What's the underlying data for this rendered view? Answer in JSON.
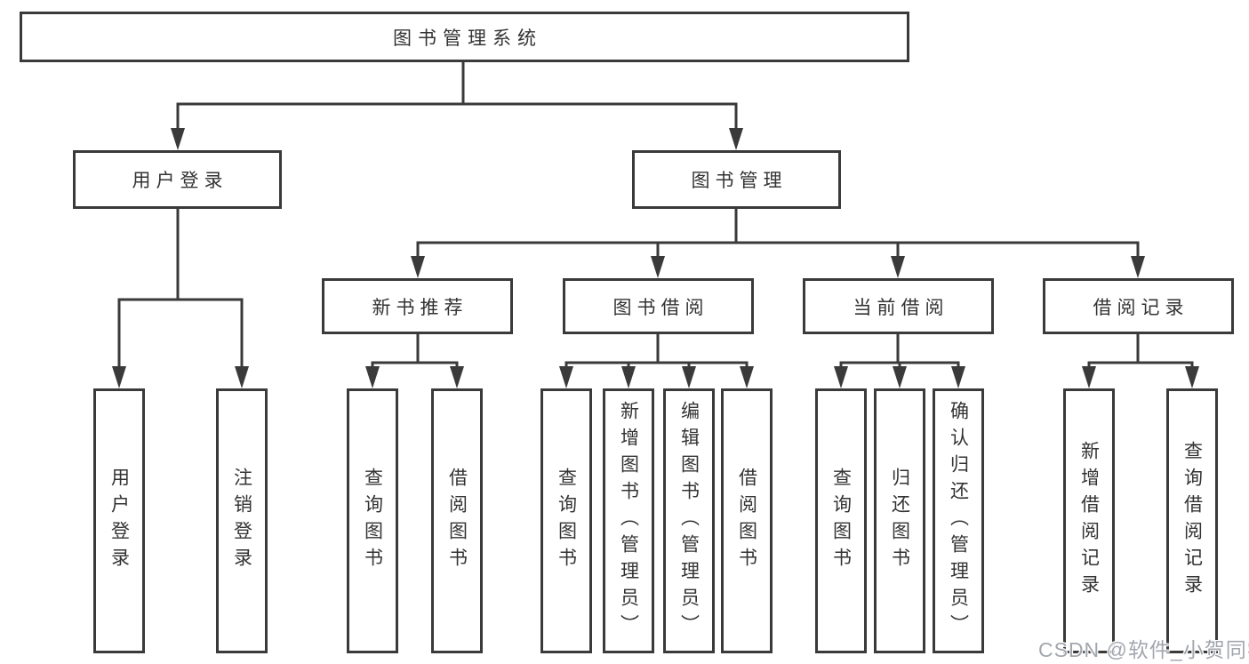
{
  "diagram": {
    "root": {
      "label": "图书管理系统"
    },
    "level2": [
      {
        "id": "user-login",
        "label": "用户登录"
      },
      {
        "id": "book-management",
        "label": "图书管理"
      }
    ],
    "level3": [
      {
        "id": "new-book-recommendation",
        "parent": "图书管理",
        "label": "新书推荐"
      },
      {
        "id": "book-borrowing",
        "parent": "图书管理",
        "label": "图书借阅"
      },
      {
        "id": "current-borrowing",
        "parent": "图书管理",
        "label": "当前借阅"
      },
      {
        "id": "borrowing-records",
        "parent": "图书管理",
        "label": "借阅记录"
      }
    ],
    "leaves": [
      {
        "parent": "用户登录",
        "label": "用户登录"
      },
      {
        "parent": "用户登录",
        "label": "注销登录"
      },
      {
        "parent": "新书推荐",
        "label": "查询图书"
      },
      {
        "parent": "新书推荐",
        "label": "借阅图书"
      },
      {
        "parent": "图书借阅",
        "label": "查询图书"
      },
      {
        "parent": "图书借阅",
        "label": "新增图书（管理员）"
      },
      {
        "parent": "图书借阅",
        "label": "编辑图书（管理员）"
      },
      {
        "parent": "图书借阅",
        "label": "借阅图书"
      },
      {
        "parent": "当前借阅",
        "label": "查询图书"
      },
      {
        "parent": "当前借阅",
        "label": "归还图书"
      },
      {
        "parent": "当前借阅",
        "label": "确认归还（管理员）"
      },
      {
        "parent": "借阅记录",
        "label": "新增借阅记录"
      },
      {
        "parent": "借阅记录",
        "label": "查询借阅记录"
      }
    ],
    "watermark": "CSDN @软件_小贺同学",
    "colors": {
      "line": "#3a3a3a",
      "text": "#333333",
      "background": "#ffffff",
      "watermark": "#a2a7ae"
    }
  }
}
